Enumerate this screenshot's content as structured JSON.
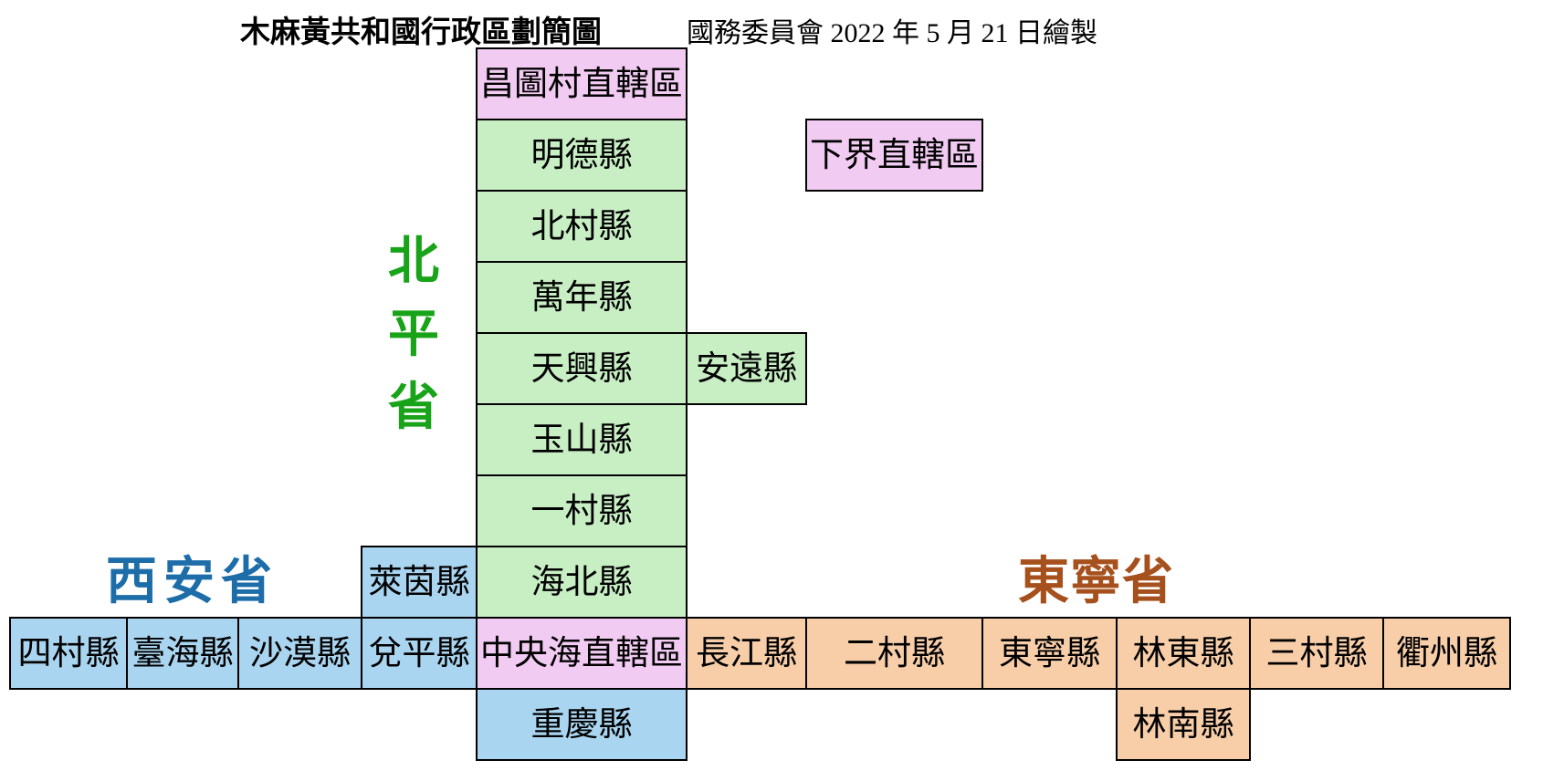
{
  "header": {
    "title": "木麻黃共和國行政區劃簡圖",
    "credit": "國務委員會 2022 年 5 月 21 日繪製"
  },
  "colors": {
    "background": "#FFFFFF",
    "text": "#000000",
    "border": "#000000",
    "municipality_fill": "#F2CBF2",
    "beiping_fill": "#C8EFC4",
    "xian_fill": "#A9D5F0",
    "dongning_fill": "#F8CEA9",
    "beiping_label": "#19A319",
    "xian_label": "#1D6DA9",
    "dongning_label": "#A6511D"
  },
  "municipalities": {
    "changtu": "昌圖村直轄區",
    "xiajie": "下界直轄區",
    "zhongyanghai": "中央海直轄區"
  },
  "provinces": {
    "beiping": {
      "name": "北平省",
      "name_chars": [
        "北",
        "平",
        "省"
      ],
      "counties": {
        "mingde": "明德縣",
        "beicun": "北村縣",
        "wannian": "萬年縣",
        "tianxing": "天興縣",
        "anyuan": "安遠縣",
        "yushan": "玉山縣",
        "yicun": "一村縣",
        "haibei": "海北縣"
      }
    },
    "xian": {
      "name": "西安省",
      "counties": {
        "sicun": "四村縣",
        "taihai": "臺海縣",
        "shamo": "沙漠縣",
        "duiping": "兌平縣",
        "laiyin": "萊茵縣",
        "chongqing": "重慶縣"
      }
    },
    "dongning": {
      "name": "東寧省",
      "counties": {
        "changjiang": "長江縣",
        "ercun": "二村縣",
        "dongning": "東寧縣",
        "lindong": "林東縣",
        "linnan": "林南縣",
        "sancun": "三村縣",
        "quzhou": "衢州縣"
      }
    }
  }
}
